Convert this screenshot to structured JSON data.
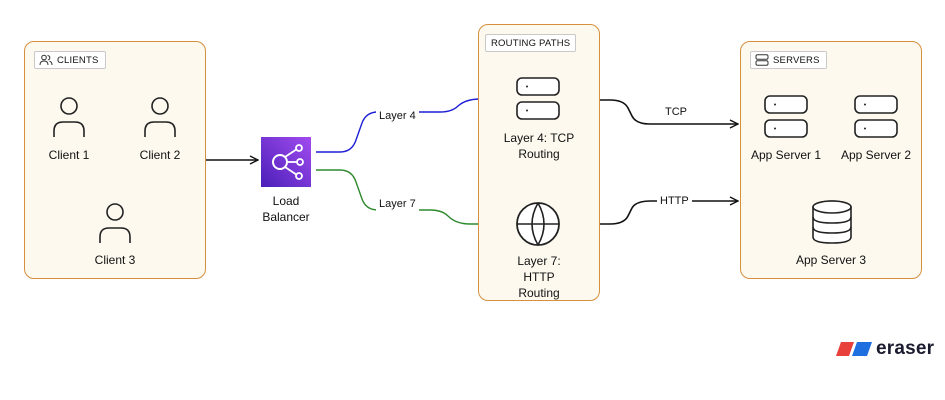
{
  "groups": {
    "clients": {
      "title": "CLIENTS",
      "icon": "users-icon"
    },
    "routing": {
      "title": "ROUTING PATHS"
    },
    "servers": {
      "title": "SERVERS",
      "icon": "server-icon"
    }
  },
  "nodes": {
    "client1": {
      "label": "Client 1",
      "icon": "user-icon"
    },
    "client2": {
      "label": "Client 2",
      "icon": "user-icon"
    },
    "client3": {
      "label": "Client 3",
      "icon": "user-icon"
    },
    "load_balancer": {
      "label_line1": "Load",
      "label_line2": "Balancer",
      "icon": "load-balancer-icon"
    },
    "tcp_routing": {
      "label_line1": "Layer 4: TCP",
      "label_line2": "Routing",
      "icon": "server-icon"
    },
    "http_routing": {
      "label_line1": "Layer 7:",
      "label_line2": "HTTP",
      "label_line3": "Routing",
      "icon": "globe-icon"
    },
    "app_server1": {
      "label": "App Server 1",
      "icon": "server-icon"
    },
    "app_server2": {
      "label": "App Server 2",
      "icon": "server-icon"
    },
    "app_server3": {
      "label": "App Server 3",
      "icon": "database-icon"
    }
  },
  "edges": {
    "layer4": {
      "label": "Layer 4",
      "color": "#1f1fd6"
    },
    "layer7": {
      "label": "Layer 7",
      "color": "#2f8a2f"
    },
    "tcp": {
      "label": "TCP",
      "color": "#111111"
    },
    "http": {
      "label": "HTTP",
      "color": "#111111"
    }
  },
  "brand": {
    "name": "eraser",
    "colors": [
      "#e8413b",
      "#1f6fe0"
    ]
  }
}
